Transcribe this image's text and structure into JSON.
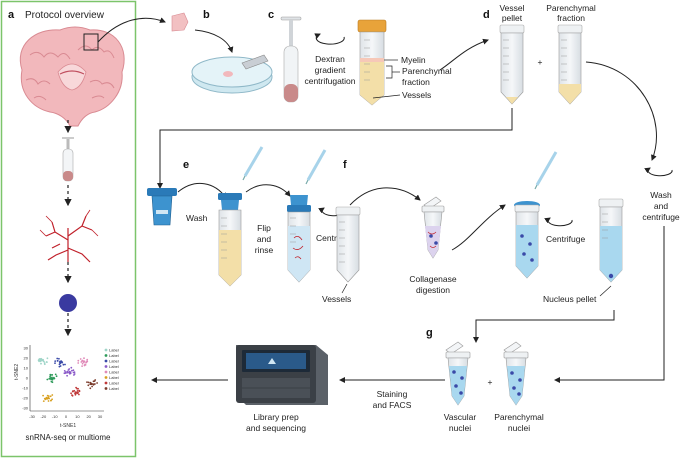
{
  "panel_letters": {
    "a": "a",
    "b": "b",
    "c": "c",
    "d": "d",
    "e": "e",
    "f": "f",
    "g": "g"
  },
  "overview_title": "Protocol overview",
  "overview_caption": "snRNA-seq or multiome",
  "tsne": {
    "xlabel": "t-SNE1",
    "ylabel": "t-SNE2",
    "xticks": [
      "-30",
      "-20",
      "-10",
      "0",
      "10",
      "20",
      "30"
    ],
    "yticks": [
      "30",
      "20",
      "10",
      "0",
      "-10",
      "-20",
      "-30"
    ],
    "legend": [
      "Label",
      "Label",
      "Label",
      "Label",
      "Label",
      "Label",
      "Label",
      "Label"
    ],
    "colors": [
      "#9fd5c8",
      "#2e9a5a",
      "#3a4aa8",
      "#8a5ac8",
      "#e08ab8",
      "#d8a020",
      "#c03a3a",
      "#7a3a2a"
    ]
  },
  "labels": {
    "dextran": [
      "Dextran",
      "gradient",
      "centrifugation"
    ],
    "myelin": "Myelin",
    "parenchymal_fraction_c": [
      "Parenchymal",
      "fraction"
    ],
    "vessels_c": "Vessels",
    "vessel_pellet": [
      "Vessel",
      "pellet"
    ],
    "parenchymal_fraction_d": [
      "Parenchymal",
      "fraction"
    ],
    "plus": "+",
    "wash": "Wash",
    "flip_rinse": [
      "Flip",
      "and",
      "rinse"
    ],
    "centrifuge_e": "Centrifuge",
    "vessels_f": "Vessels",
    "collagenase": [
      "Collagenase",
      "digestion"
    ],
    "centrifuge_f": "Centrifuge",
    "nucleus_pellet": "Nucleus pellet",
    "wash_centrifuge": [
      "Wash",
      "and",
      "centrifuge"
    ],
    "vascular_nuclei": [
      "Vascular",
      "nuclei"
    ],
    "parenchymal_nuclei": [
      "Parenchymal",
      "nuclei"
    ],
    "staining": [
      "Staining",
      "and FACS"
    ],
    "library": [
      "Library prep",
      "and sequencing"
    ]
  },
  "colors": {
    "panel_border": "#7cc46a",
    "brain_pink": "#f2b8bc",
    "tube_body": "#e9edf0",
    "tube_cap": "#f3f5f7",
    "yellow_fill": "#f3dfa8",
    "blue_fill": "#a9d8ef",
    "nuclei": "#3a4aa8",
    "vessel_red": "#c0202a",
    "cap_blue": "#2a7ab8",
    "arrow": "#222222"
  }
}
